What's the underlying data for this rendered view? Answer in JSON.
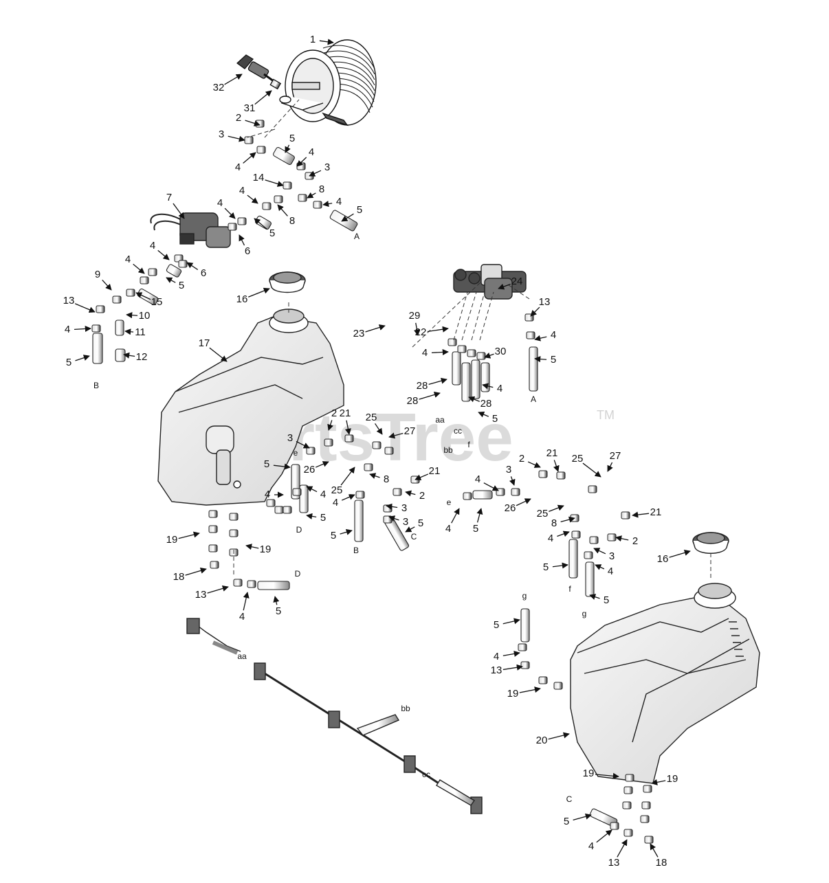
{
  "watermark": {
    "text": "PartsTree",
    "tm": "TM"
  },
  "callouts": [
    {
      "id": "c1",
      "text": "1"
    },
    {
      "id": "c32",
      "text": "32"
    },
    {
      "id": "c31",
      "text": "31"
    },
    {
      "id": "c2a",
      "text": "2"
    },
    {
      "id": "c3a",
      "text": "3"
    },
    {
      "id": "c5a",
      "text": "5"
    },
    {
      "id": "c4a",
      "text": "4"
    },
    {
      "id": "c4b",
      "text": "4"
    },
    {
      "id": "c3b",
      "text": "3"
    },
    {
      "id": "c14",
      "text": "14"
    },
    {
      "id": "c4c",
      "text": "4"
    },
    {
      "id": "c8a",
      "text": "8"
    },
    {
      "id": "c4d",
      "text": "4"
    },
    {
      "id": "c7",
      "text": "7"
    },
    {
      "id": "c4e",
      "text": "4"
    },
    {
      "id": "c8b",
      "text": "8"
    },
    {
      "id": "c5b",
      "text": "5"
    },
    {
      "id": "c5c",
      "text": "5"
    },
    {
      "id": "c6a",
      "text": "6"
    },
    {
      "id": "c4f",
      "text": "4"
    },
    {
      "id": "c6b",
      "text": "6"
    },
    {
      "id": "c4g",
      "text": "4"
    },
    {
      "id": "c5d",
      "text": "5"
    },
    {
      "id": "c9",
      "text": "9"
    },
    {
      "id": "c15",
      "text": "15"
    },
    {
      "id": "c13a",
      "text": "13"
    },
    {
      "id": "c10",
      "text": "10"
    },
    {
      "id": "c4h",
      "text": "4"
    },
    {
      "id": "c11",
      "text": "11"
    },
    {
      "id": "c5e",
      "text": "5"
    },
    {
      "id": "c12",
      "text": "12"
    },
    {
      "id": "c16a",
      "text": "16"
    },
    {
      "id": "c17",
      "text": "17"
    },
    {
      "id": "c24",
      "text": "24"
    },
    {
      "id": "c13b",
      "text": "13"
    },
    {
      "id": "c29",
      "text": "29"
    },
    {
      "id": "c23",
      "text": "23"
    },
    {
      "id": "c22",
      "text": "22"
    },
    {
      "id": "c4i",
      "text": "4"
    },
    {
      "id": "c5f",
      "text": "5"
    },
    {
      "id": "c30",
      "text": "30"
    },
    {
      "id": "c4j",
      "text": "4"
    },
    {
      "id": "c28a",
      "text": "28"
    },
    {
      "id": "c4k",
      "text": "4"
    },
    {
      "id": "c28b",
      "text": "28"
    },
    {
      "id": "c28c",
      "text": "28"
    },
    {
      "id": "c5g",
      "text": "5"
    },
    {
      "id": "c2b",
      "text": "2"
    },
    {
      "id": "c21a",
      "text": "21"
    },
    {
      "id": "c25a",
      "text": "25"
    },
    {
      "id": "c27a",
      "text": "27"
    },
    {
      "id": "c3c",
      "text": "3"
    },
    {
      "id": "c26a",
      "text": "26"
    },
    {
      "id": "c25b",
      "text": "25"
    },
    {
      "id": "c8c",
      "text": "8"
    },
    {
      "id": "c21b",
      "text": "21"
    },
    {
      "id": "c5h",
      "text": "5"
    },
    {
      "id": "c4l",
      "text": "4"
    },
    {
      "id": "c4m",
      "text": "4"
    },
    {
      "id": "c2c",
      "text": "2"
    },
    {
      "id": "c4n",
      "text": "4"
    },
    {
      "id": "c3d",
      "text": "3"
    },
    {
      "id": "c3e",
      "text": "3"
    },
    {
      "id": "c5i",
      "text": "5"
    },
    {
      "id": "c5j",
      "text": "5"
    },
    {
      "id": "c5k",
      "text": "5"
    },
    {
      "id": "c19a",
      "text": "19"
    },
    {
      "id": "c19b",
      "text": "19"
    },
    {
      "id": "c18a",
      "text": "18"
    },
    {
      "id": "c13c",
      "text": "13"
    },
    {
      "id": "c4o",
      "text": "4"
    },
    {
      "id": "c5l",
      "text": "5"
    },
    {
      "id": "c2d",
      "text": "2"
    },
    {
      "id": "c21c",
      "text": "21"
    },
    {
      "id": "c25c",
      "text": "25"
    },
    {
      "id": "c27b",
      "text": "27"
    },
    {
      "id": "c4p",
      "text": "4"
    },
    {
      "id": "c3f",
      "text": "3"
    },
    {
      "id": "c26b",
      "text": "26"
    },
    {
      "id": "c25d",
      "text": "25"
    },
    {
      "id": "c8d",
      "text": "8"
    },
    {
      "id": "c21d",
      "text": "21"
    },
    {
      "id": "c4q",
      "text": "4"
    },
    {
      "id": "c5m",
      "text": "5"
    },
    {
      "id": "c4r",
      "text": "4"
    },
    {
      "id": "c2e",
      "text": "2"
    },
    {
      "id": "c3g",
      "text": "3"
    },
    {
      "id": "c5n",
      "text": "5"
    },
    {
      "id": "c4s",
      "text": "4"
    },
    {
      "id": "c5o",
      "text": "5"
    },
    {
      "id": "c16b",
      "text": "16"
    },
    {
      "id": "c5p",
      "text": "5"
    },
    {
      "id": "c4t",
      "text": "4"
    },
    {
      "id": "c13d",
      "text": "13"
    },
    {
      "id": "c19c",
      "text": "19"
    },
    {
      "id": "c20",
      "text": "20"
    },
    {
      "id": "c19d",
      "text": "19"
    },
    {
      "id": "c19e",
      "text": "19"
    },
    {
      "id": "c5q",
      "text": "5"
    },
    {
      "id": "c4u",
      "text": "4"
    },
    {
      "id": "c13e",
      "text": "13"
    },
    {
      "id": "c18b",
      "text": "18"
    }
  ],
  "letters": [
    {
      "id": "lA1",
      "text": "A"
    },
    {
      "id": "lB1",
      "text": "B"
    },
    {
      "id": "lA2",
      "text": "A"
    },
    {
      "id": "laa1",
      "text": "aa"
    },
    {
      "id": "lbb1",
      "text": "bb"
    },
    {
      "id": "lcc1",
      "text": "cc"
    },
    {
      "id": "lf1",
      "text": "f"
    },
    {
      "id": "le1",
      "text": "e"
    },
    {
      "id": "lD1",
      "text": "D"
    },
    {
      "id": "lB2",
      "text": "B"
    },
    {
      "id": "lC1",
      "text": "C"
    },
    {
      "id": "le2",
      "text": "e"
    },
    {
      "id": "lf2",
      "text": "f"
    },
    {
      "id": "lg1",
      "text": "g"
    },
    {
      "id": "lD2",
      "text": "D"
    },
    {
      "id": "laa2",
      "text": "aa"
    },
    {
      "id": "lg2",
      "text": "g"
    },
    {
      "id": "lbb2",
      "text": "bb"
    },
    {
      "id": "lcc2",
      "text": "cc"
    },
    {
      "id": "lC2",
      "text": "C"
    }
  ]
}
